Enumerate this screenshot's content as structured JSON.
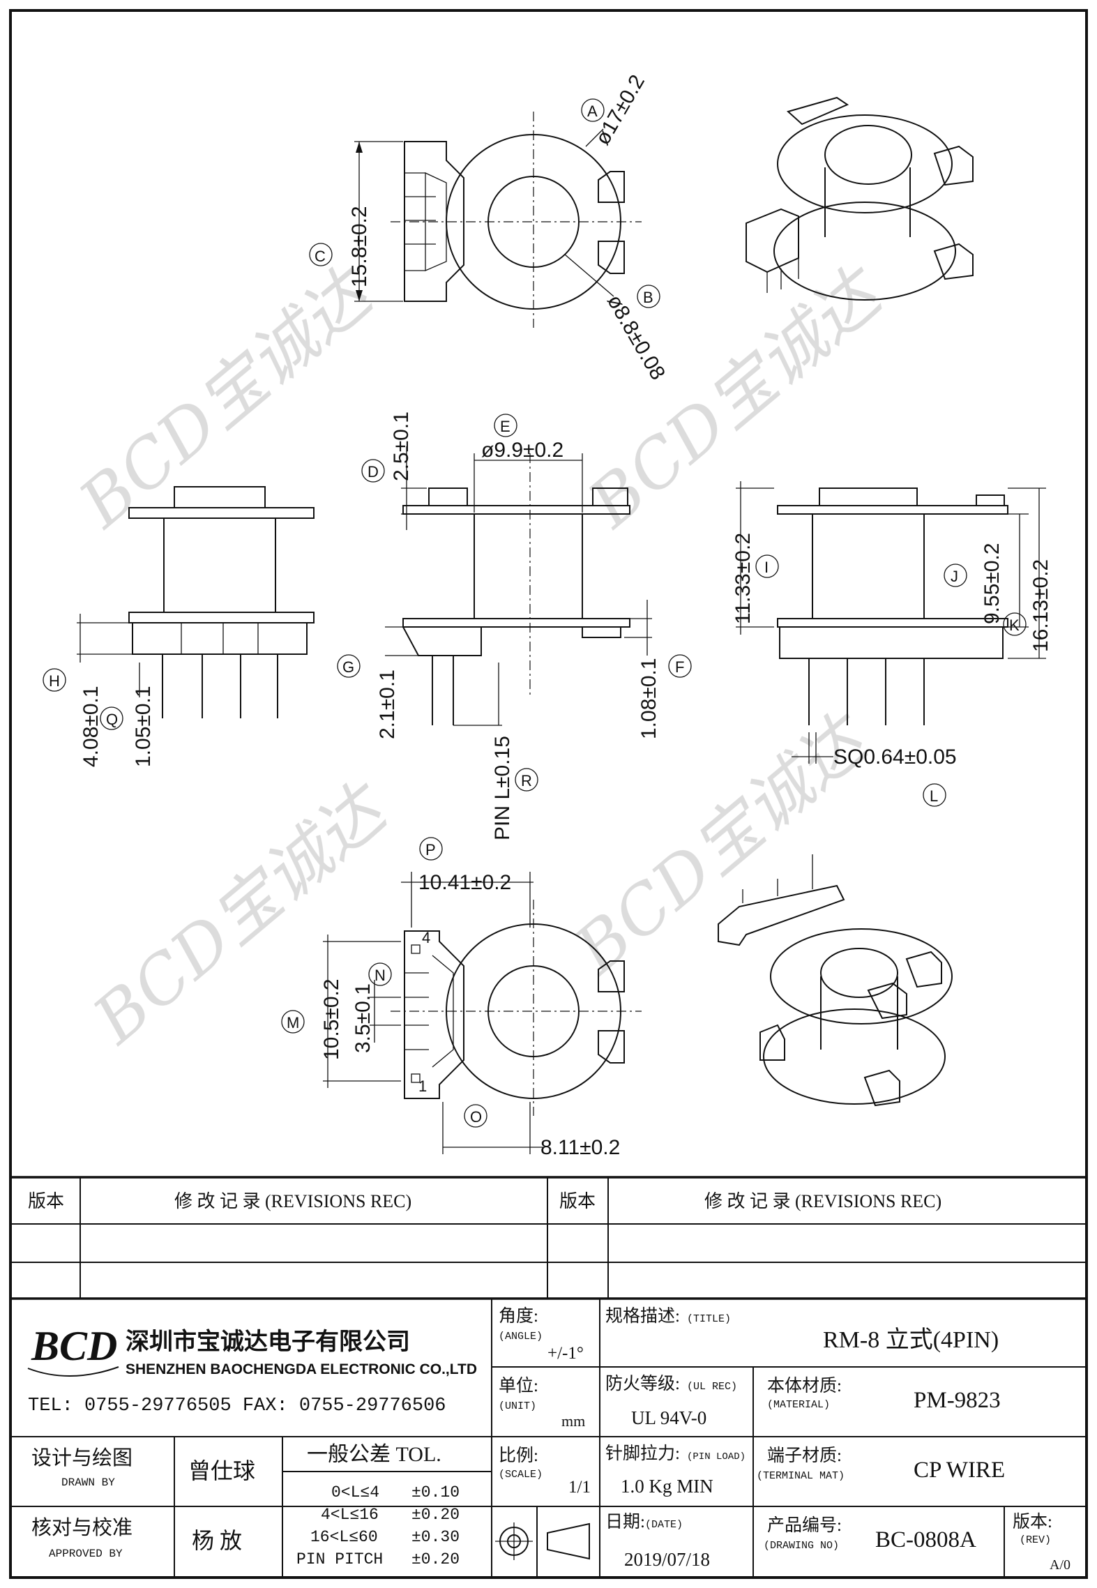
{
  "title_block": {
    "rev_col_label": "版本",
    "revisions_label": "修 改 记 录 (REVISIONS REC)",
    "company_cn": "深圳市宝诚达电子有限公司",
    "company_en": "SHENZHEN BAOCHENGDA ELECTRONIC CO.,LTD",
    "tel_fax": "TEL: 0755-29776505  FAX: 0755-29776506",
    "logo_text": "BCD",
    "angle_label": "角度:",
    "angle_label_en": "(ANGLE)",
    "angle_value": "+/-1°",
    "spec_label": "规格描述:",
    "spec_label_en": "(TITLE)",
    "title_value": "RM-8 立式(4PIN)",
    "unit_label": "单位:",
    "unit_label_en": "(UNIT)",
    "unit_value": "mm",
    "ul_label": "防火等级:",
    "ul_label_en": "(UL REC)",
    "ul_value": "UL 94V-0",
    "material_label": "本体材质:",
    "material_label_en": "(MATERIAL)",
    "material_value": "PM-9823",
    "drawn_label": "设计与绘图",
    "drawn_label_en": "DRAWN BY",
    "drawn_value": "曾仕球",
    "tol_label": "一般公差 TOL.",
    "tol_rows": [
      [
        "0<L≤4",
        "±0.10"
      ],
      [
        "4<L≤16",
        "±0.20"
      ],
      [
        "16<L≤60",
        "±0.30"
      ],
      [
        "PIN PITCH",
        "±0.20"
      ]
    ],
    "scale_label": "比例:",
    "scale_label_en": "(SCALE)",
    "scale_value": "1/1",
    "pin_load_label": "针脚拉力:",
    "pin_load_label_en": "(PIN LOAD)",
    "pin_load_value": "1.0 Kg MIN",
    "terminal_label": "端子材质:",
    "terminal_label_en": "(TERMINAL MAT)",
    "terminal_value": "CP WIRE",
    "approved_label": "核对与校准",
    "approved_label_en": "APPROVED BY",
    "approved_value": "杨 放",
    "date_label": "日期:",
    "date_label_en": "(DATE)",
    "date_value": "2019/07/18",
    "drawing_no_label": "产品编号:",
    "drawing_no_label_en": "(DRAWING NO)",
    "drawing_no_value": "BC-0808A",
    "rev_label": "版本:",
    "rev_label_en": "(REV)",
    "rev_value": "A/0"
  },
  "dimensions": {
    "A": "ø17±0.2",
    "B": "ø8.8±0.08",
    "C": "15.8±0.2",
    "D": "2.5±0.1",
    "E": "ø9.9±0.2",
    "F": "1.08±0.1",
    "G": "2.1±0.1",
    "H": "4.08±0.1",
    "I": "11.33±0.2",
    "J": "9.55±0.2",
    "K": "16.13±0.2",
    "L": "SQ0.64±0.05",
    "M": "10.5±0.2",
    "N": "3.5±0.1",
    "O": "8.11±0.2",
    "P": "10.41±0.2",
    "Q": "1.05±0.1",
    "R": "PIN L±0.15"
  },
  "callout_letters": [
    "A",
    "B",
    "C",
    "D",
    "E",
    "F",
    "G",
    "H",
    "I",
    "J",
    "K",
    "L",
    "M",
    "N",
    "O",
    "P",
    "Q",
    "R"
  ],
  "pin_numbers": [
    "4",
    "1"
  ],
  "watermark_text": "BCD宝诚达"
}
